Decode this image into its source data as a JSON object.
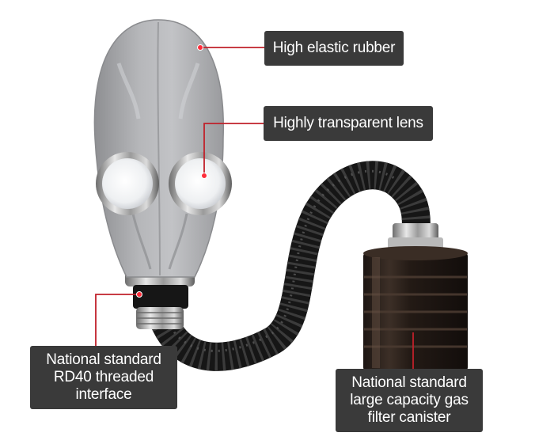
{
  "labels": {
    "rubber": "High elastic rubber",
    "lens": "Highly transparent lens",
    "interface": [
      "National standard",
      "RD40 threaded",
      "interface"
    ],
    "canister": [
      "National standard",
      "large capacity gas",
      "filter canister"
    ]
  },
  "colors": {
    "label_background": "#3a3a3a",
    "label_text": "#ffffff",
    "pointer_line": "#c0202a",
    "mask_rubber": "#a9aaac",
    "hose": "#1b1b1b",
    "canister": "#2a1f1a"
  }
}
